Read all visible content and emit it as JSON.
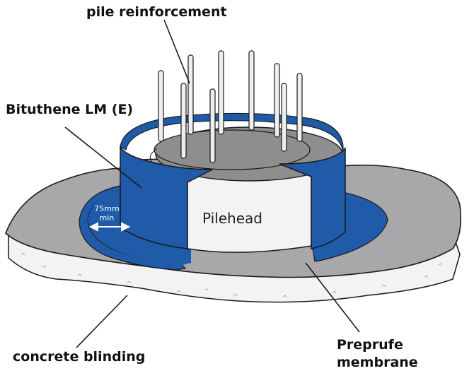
{
  "labels": {
    "pile_reinforcement": "pile reinforcement",
    "bituthene": "Bituthene LM (E)",
    "concrete_blinding": "concrete blinding",
    "preprufe_line1": "Preprufe",
    "preprufe_line2": "membrane",
    "pilehead": "Pilehead",
    "dimension_line1": "75mm",
    "dimension_line2": "min"
  },
  "colors": {
    "membrane_blue": "#1f5ba8",
    "preprufe_grey": "#a8a8aa",
    "pile_top_grey": "#8e8e8e",
    "concrete_white": "#f3f3f3",
    "outline": "#1a1a1a"
  }
}
